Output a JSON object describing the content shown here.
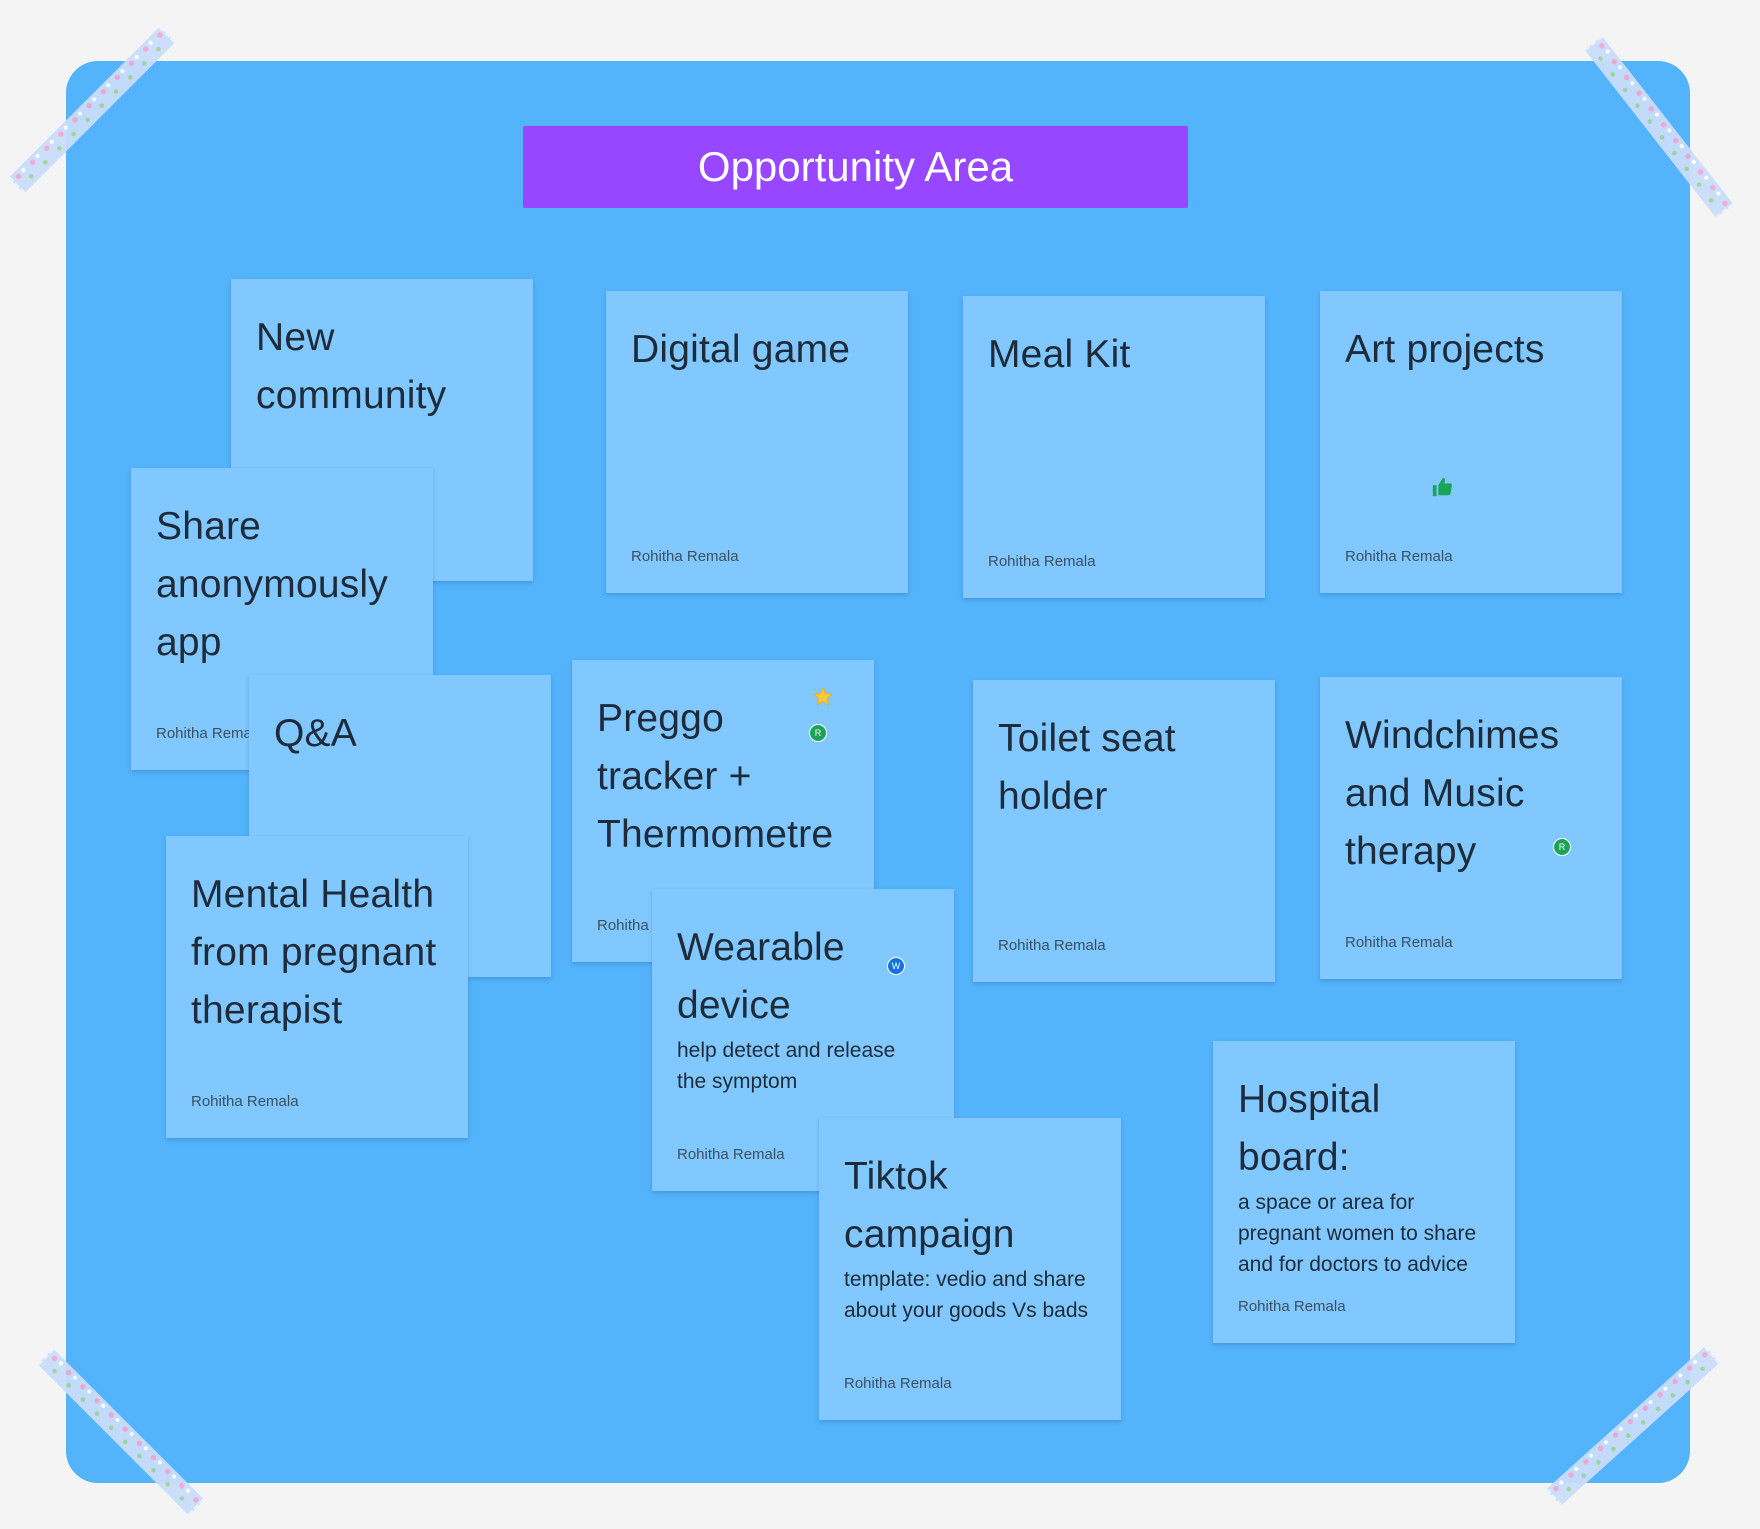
{
  "colors": {
    "background": "#f4f4f5",
    "board": "#53b3fb",
    "title_banner": "#9747ff",
    "sticky": "#80c8ff",
    "badge_green": "#1aa359",
    "badge_blue": "#1273de",
    "star": "#ffc93c"
  },
  "title": "Opportunity Area",
  "author": "Rohitha Remala",
  "notes": {
    "new_community": {
      "title": "New community"
    },
    "share_app": {
      "title": "Share anonymously app",
      "author": "Rohitha Remala"
    },
    "qa": {
      "title": "Q&A"
    },
    "mental_health": {
      "title": "Mental Health from pregnant therapist",
      "author": "Rohitha Remala"
    },
    "digital_game": {
      "title": "Digital game",
      "author": "Rohitha Remala"
    },
    "meal_kit": {
      "title": "Meal Kit",
      "author": "Rohitha Remala"
    },
    "art_projects": {
      "title": "Art projects",
      "author": "Rohitha Remala",
      "reaction": "thumbs-up-icon"
    },
    "preggo": {
      "title": "Preggo tracker + Thermometre",
      "author": "Rohitha Remala",
      "reaction": "star-icon",
      "badge": "R"
    },
    "wearable": {
      "title": "Wearable device",
      "body": "help detect and release the symptom",
      "author": "Rohitha Remala",
      "badge": "W"
    },
    "tiktok": {
      "title": "Tiktok campaign",
      "body": "template: vedio and share about your goods Vs bads",
      "author": "Rohitha Remala"
    },
    "toilet": {
      "title": "Toilet seat holder",
      "author": "Rohitha Remala"
    },
    "windchimes": {
      "title": "Windchimes and Music therapy",
      "author": "Rohitha Remala",
      "badge": "R"
    },
    "hospital": {
      "title": "Hospital board:",
      "body": "a space or area for pregnant women to share and for doctors to advice",
      "author": "Rohitha Remala"
    }
  }
}
